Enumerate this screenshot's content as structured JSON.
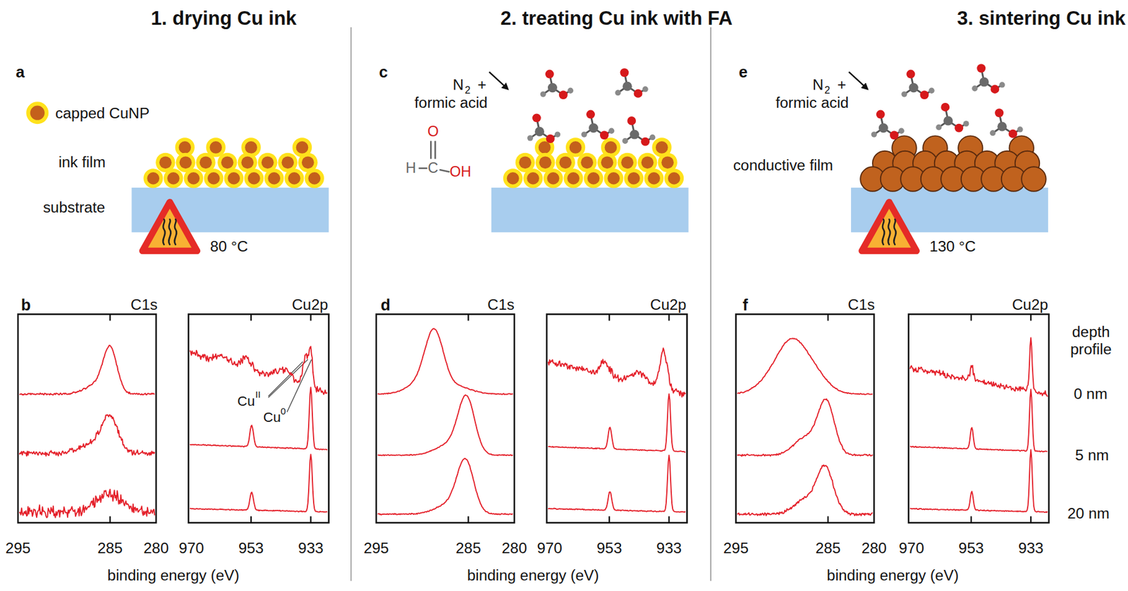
{
  "diagram": {
    "labels": [
      "1. drying Cu ink",
      "2. treating Cu ink with FA",
      "3. sintering Cu ink",
      "a",
      "ink film",
      "substrate",
      "80 °C",
      "b",
      "C1s",
      "Cu2p",
      "Cu",
      "II",
      "Cu",
      "0",
      "295",
      "285",
      "280",
      "970",
      "953",
      "933",
      "binding energy (eV)",
      "c",
      "N",
      "2",
      "+",
      "formic acid",
      "O",
      "H",
      "C",
      "OH",
      "d",
      "C1s",
      "Cu2p",
      "295",
      "285",
      "280",
      "970",
      "953",
      "933",
      "binding energy (eV)",
      "e",
      "N",
      "2",
      "+",
      "formic acid",
      "conductive film",
      "130 °C",
      "f",
      "C1s",
      "Cu2p",
      "295",
      "285",
      "280",
      "970",
      "953",
      "933",
      "binding energy (eV)",
      "depth profile",
      "0 nm",
      "5 nm",
      "20 nm"
    ],
    "legend": [
      {
        "text": "capped CuNP"
      }
    ]
  }
}
